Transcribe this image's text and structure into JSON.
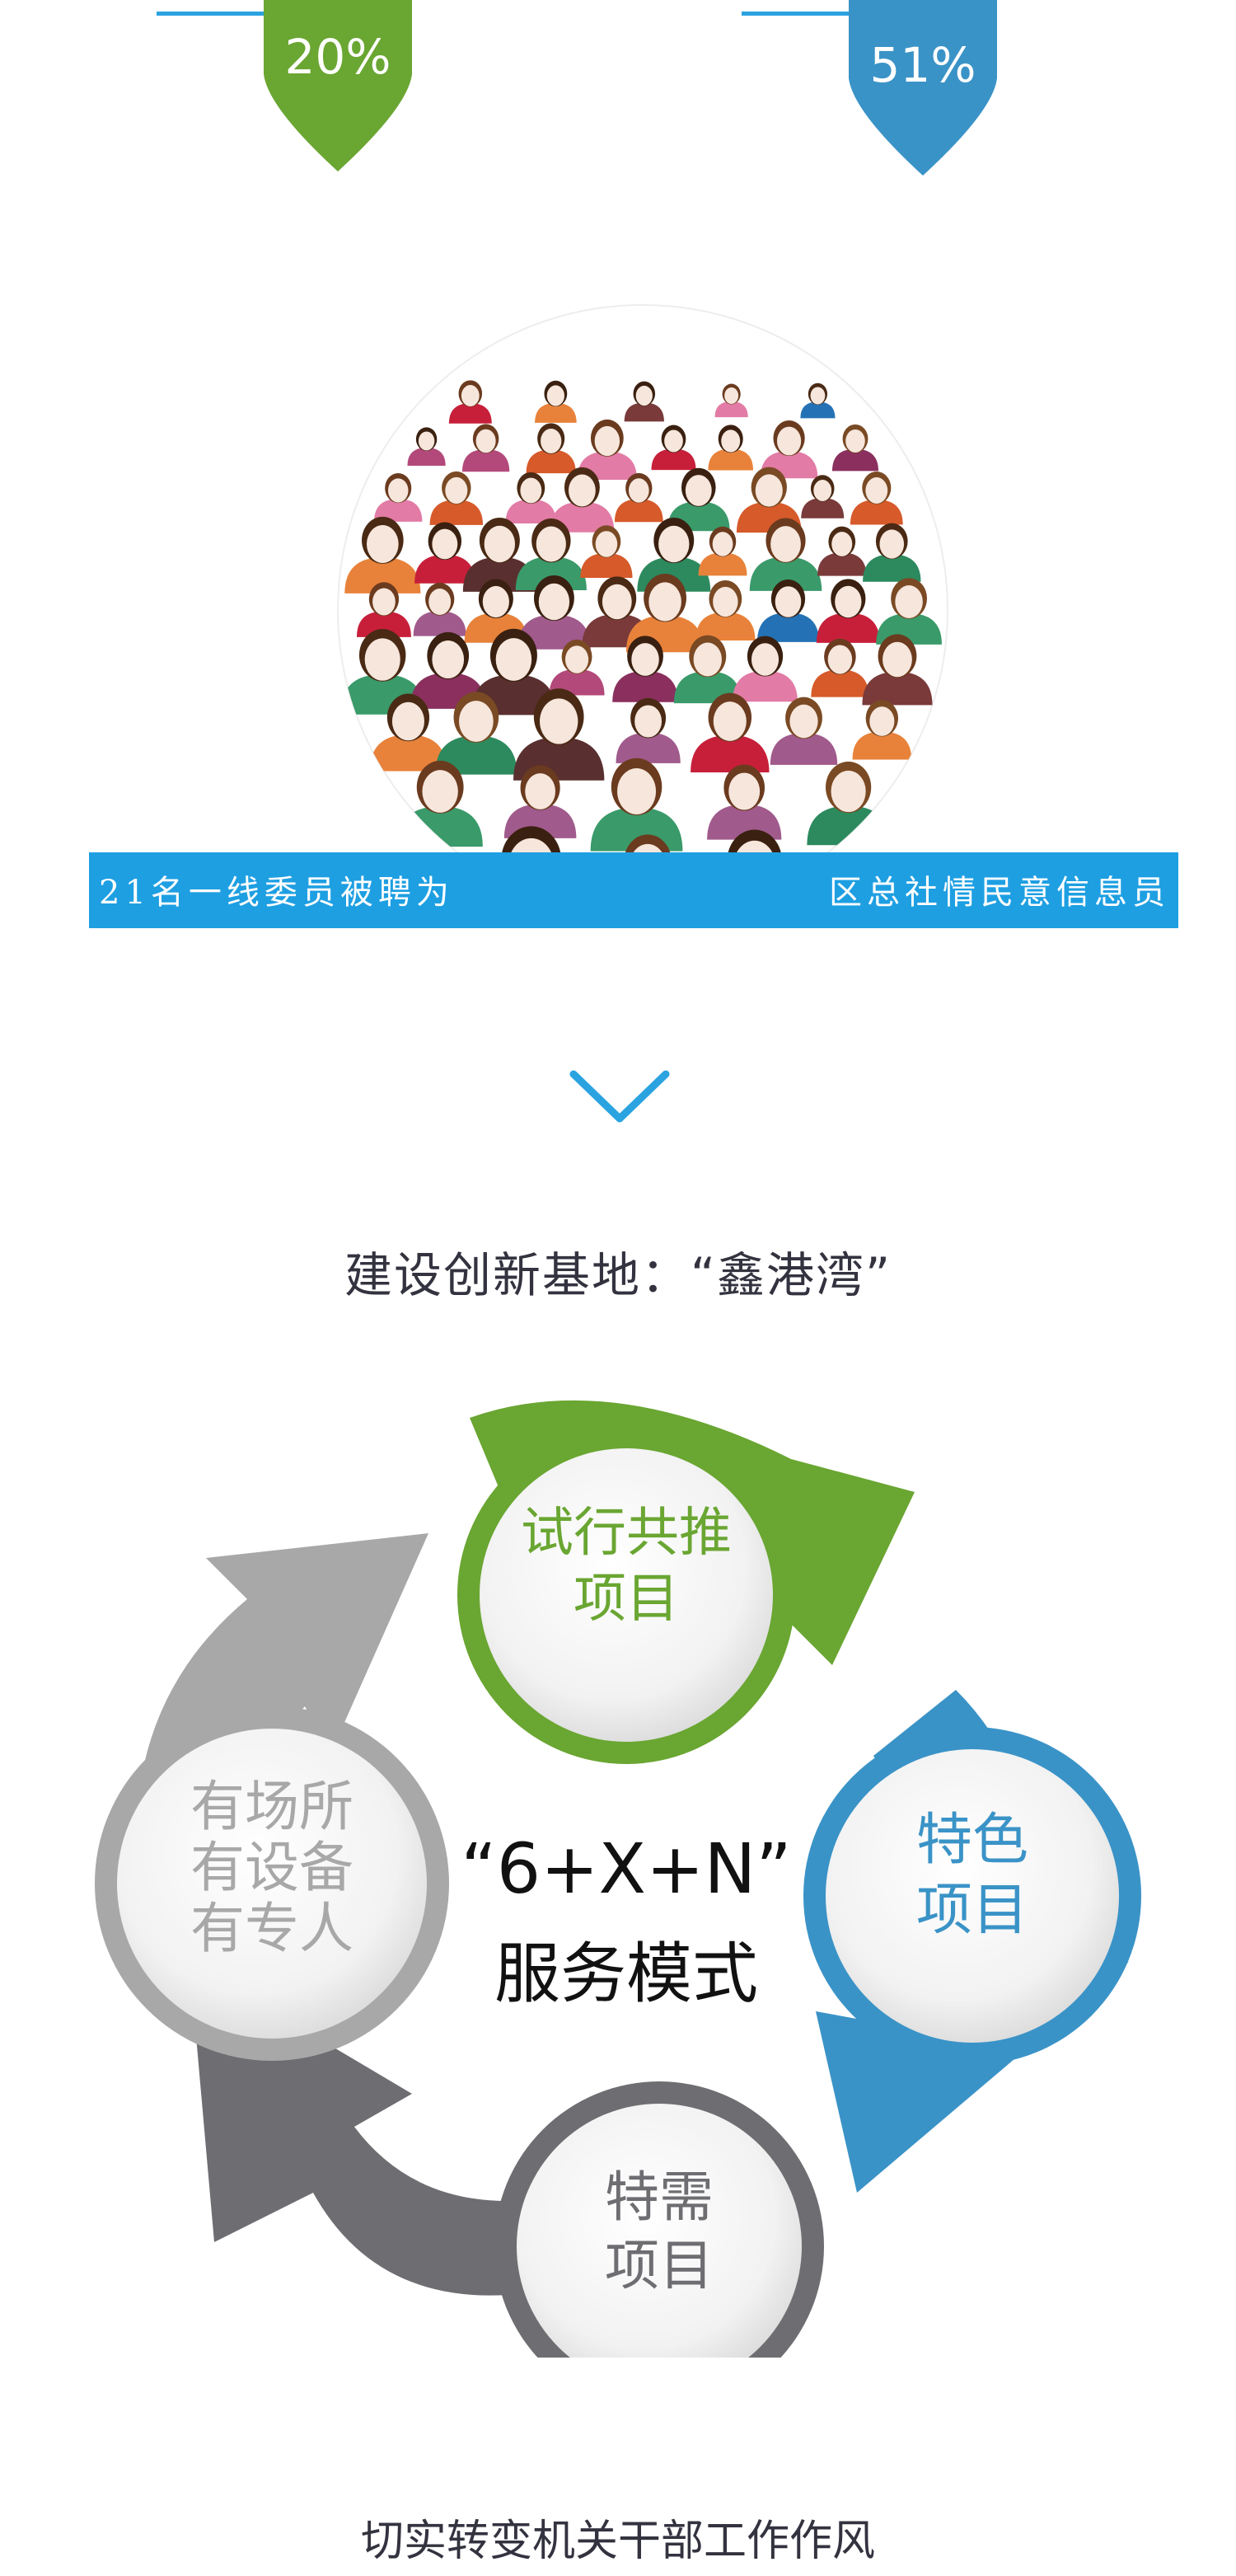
{
  "stats": [
    {
      "value": "20%",
      "color": "#6aa632"
    },
    {
      "value": "51%",
      "color": "#3a93c7"
    }
  ],
  "accent_line_color": "#2aa3e0",
  "banner": {
    "left_text": "21名一线委员被聘为",
    "right_text": "区总社情民意信息员",
    "color": "#1e9fe2"
  },
  "chevron": {
    "icon": "chevron-down-icon",
    "color": "#2aa3e0"
  },
  "section_title": "建设创新基地：“鑫港湾”",
  "cycle": {
    "center_line1": "“6+X+N”",
    "center_line2": "服务模式",
    "nodes": [
      {
        "line1": "试行共推",
        "line2": "项目",
        "color": "#6aa632"
      },
      {
        "line1": "特色",
        "line2": "项目",
        "color": "#3a93c7"
      },
      {
        "line1": "特需",
        "line2": "项目",
        "color": "#6e6e72"
      },
      {
        "line1": "有场所",
        "line2": "有设备",
        "line3": "有专人",
        "color": "#a8a8a8"
      }
    ]
  },
  "footer_text": "切实转变机关干部工作作风"
}
